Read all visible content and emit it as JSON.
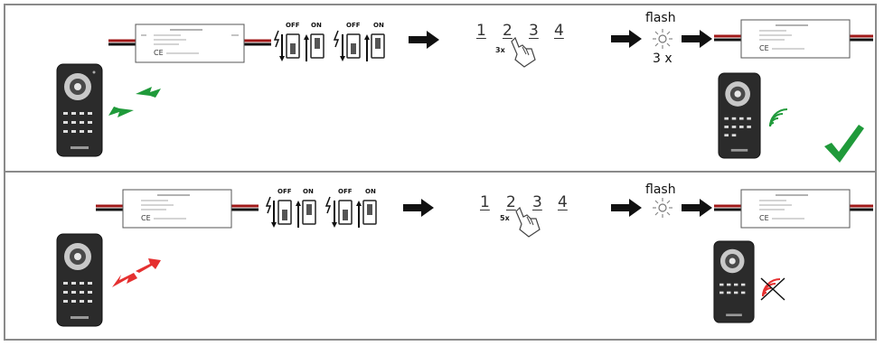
{
  "switch_labels": [
    "OFF",
    "ON",
    "OFF",
    "ON"
  ],
  "steps": [
    "1",
    "2",
    "3",
    "4"
  ],
  "top": {
    "tap_count": "3x",
    "flash_label": "flash",
    "flash_count": "3 x",
    "signal_color": "#1f9a3a",
    "result_icon": "check-icon"
  },
  "bottom": {
    "tap_count": "5x",
    "flash_label": "flash",
    "signal_color": "#e53030",
    "result_icon": "signal-crossed-icon"
  },
  "colors": {
    "pair_arrows_ok": "#1f9a3a",
    "pair_arrows_fail": "#e53030",
    "check": "#1f9a3a",
    "frame": "#8a8a8a"
  }
}
